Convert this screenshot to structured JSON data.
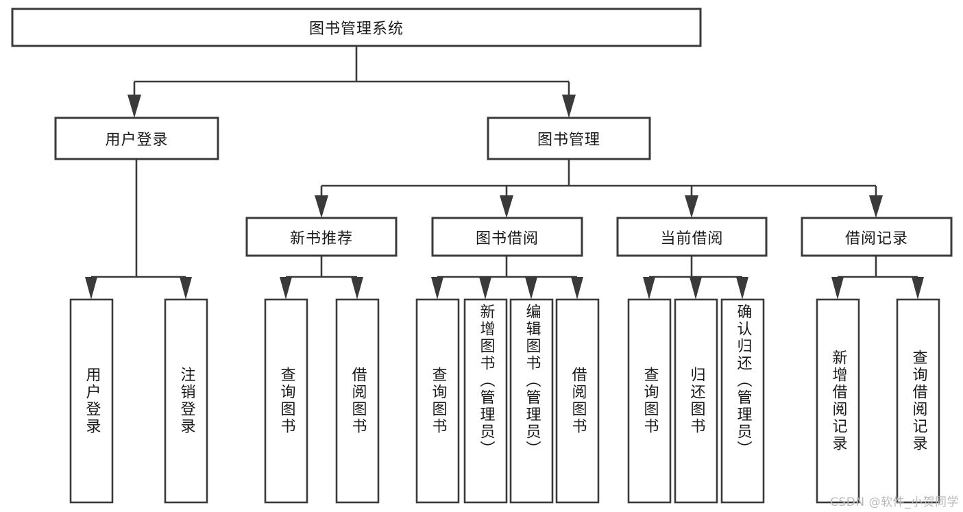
{
  "diagram": {
    "type": "tree-hierarchy",
    "title": "图书管理系统",
    "orientation": "top-down",
    "colors": {
      "box_fill": "#ffffff",
      "box_stroke": "#3a3a3a",
      "text": "#1a1a1a",
      "background": "#ffffff",
      "watermark": "#b9b9b9"
    },
    "root": {
      "label": "图书管理系统"
    },
    "level2": [
      {
        "label": "用户登录"
      },
      {
        "label": "图书管理"
      }
    ],
    "level3": [
      {
        "label": "新书推荐"
      },
      {
        "label": "图书借阅"
      },
      {
        "label": "当前借阅"
      },
      {
        "label": "借阅记录"
      }
    ],
    "leaves": {
      "user_login": [
        {
          "label": "用户登录"
        },
        {
          "label": "注销登录"
        }
      ],
      "new_book_recommend": [
        {
          "label": "查询图书"
        },
        {
          "label": "借阅图书"
        }
      ],
      "book_borrow": [
        {
          "label": "查询图书"
        },
        {
          "label": "新增图书（管理员）"
        },
        {
          "label": "编辑图书（管理员）"
        },
        {
          "label": "借阅图书"
        }
      ],
      "current_borrow": [
        {
          "label": "查询图书"
        },
        {
          "label": "归还图书"
        },
        {
          "label": "确认归还（管理员）"
        }
      ],
      "borrow_record": [
        {
          "label": "新增借阅记录"
        },
        {
          "label": "查询借阅记录"
        }
      ]
    }
  },
  "watermark": {
    "text": "CSDN @软件_小贺同学"
  }
}
